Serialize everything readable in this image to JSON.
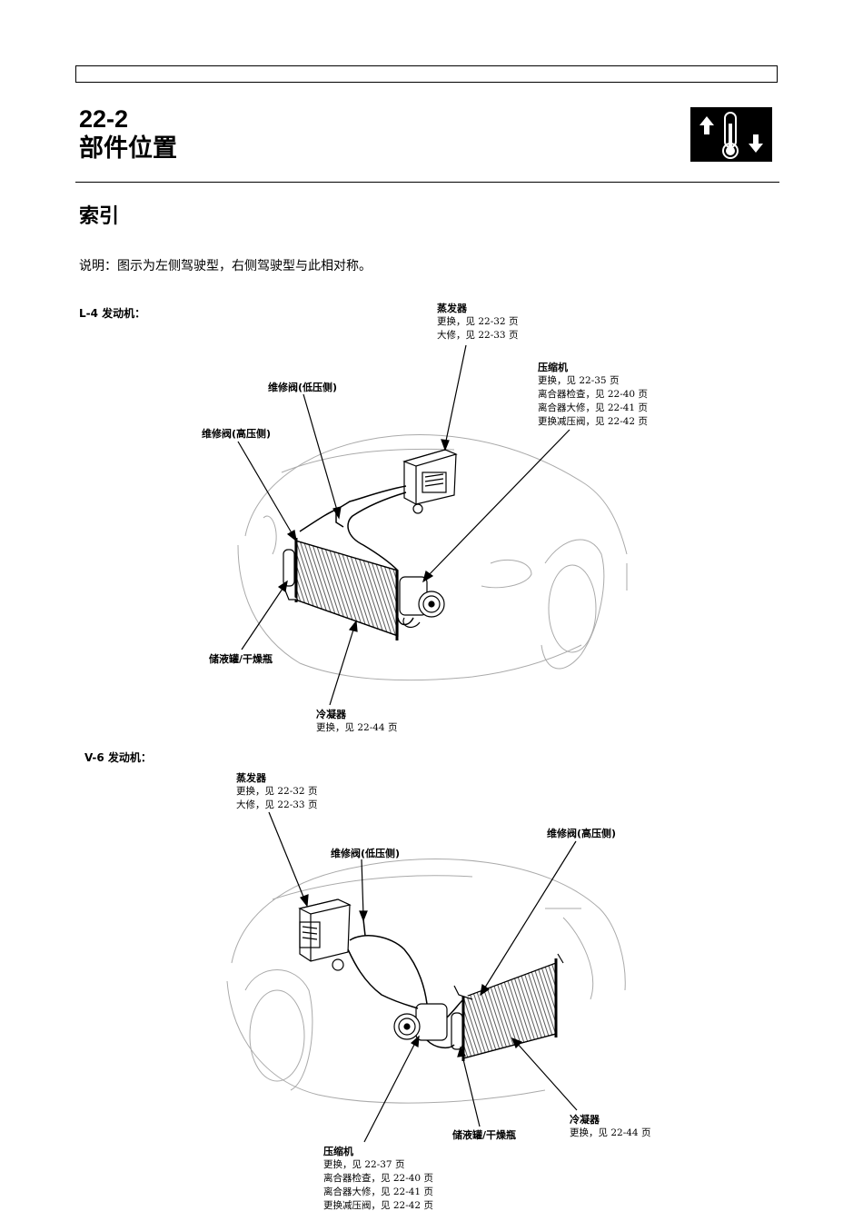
{
  "page": {
    "number": "22-2",
    "title": "部件位置",
    "section": "索引",
    "note": "说明：图示为左侧驾驶型，右侧驾驶型与此相对称。"
  },
  "l4": {
    "engine_label": "L-4 发动机：",
    "evaporator": {
      "title": "蒸发器",
      "lines": [
        "更换，见 22-32 页",
        "大修，见 22-33 页"
      ]
    },
    "compressor": {
      "title": "压缩机",
      "lines": [
        "更换，见 22-35 页",
        "离合器检查，见 22-40 页",
        "离合器大修，见 22-41 页",
        "更换减压阀，见 22-42 页"
      ]
    },
    "service_valve_low": {
      "title": "维修阀(低压侧)"
    },
    "service_valve_high": {
      "title": "维修阀(高压侧)"
    },
    "receiver_dryer": {
      "title": "储液罐/干燥瓶"
    },
    "condenser": {
      "title": "冷凝器",
      "lines": [
        "更换，见 22-44 页"
      ]
    }
  },
  "v6": {
    "engine_label": "V-6 发动机：",
    "evaporator": {
      "title": "蒸发器",
      "lines": [
        "更换，见 22-32 页",
        "大修，见 22-33 页"
      ]
    },
    "service_valve_low": {
      "title": "维修阀(低压侧)"
    },
    "service_valve_high": {
      "title": "维修阀(高压侧)"
    },
    "receiver_dryer": {
      "title": "储液罐/干燥瓶"
    },
    "condenser": {
      "title": "冷凝器",
      "lines": [
        "更换，见 22-44 页"
      ]
    },
    "compressor": {
      "title": "压缩机",
      "lines": [
        "更换，见 22-37 页",
        "离合器检查，见 22-40 页",
        "离合器大修，见 22-41 页",
        "更换减压阀，见 22-42 页"
      ]
    }
  },
  "icons": {
    "section_icon": "temperature-up-down-icon"
  }
}
